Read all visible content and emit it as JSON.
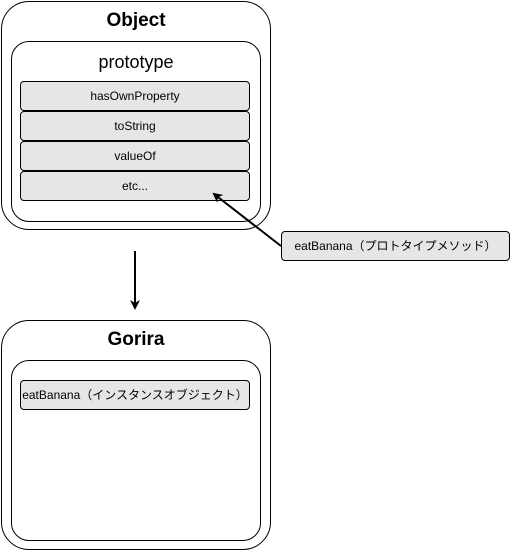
{
  "object_box": {
    "title": "Object",
    "prototype": {
      "title": "prototype",
      "methods": [
        "hasOwnProperty",
        "toString",
        "valueOf",
        "etc..."
      ]
    }
  },
  "callout": {
    "label": "eatBanana（プロトタイプメソッド）"
  },
  "gorira_box": {
    "title": "Gorira",
    "instance_item": "eatBanana（インスタンスオブジェクト）"
  },
  "colors": {
    "cell_fill": "#e6e6e6",
    "stroke": "#000000",
    "background": "#ffffff"
  }
}
